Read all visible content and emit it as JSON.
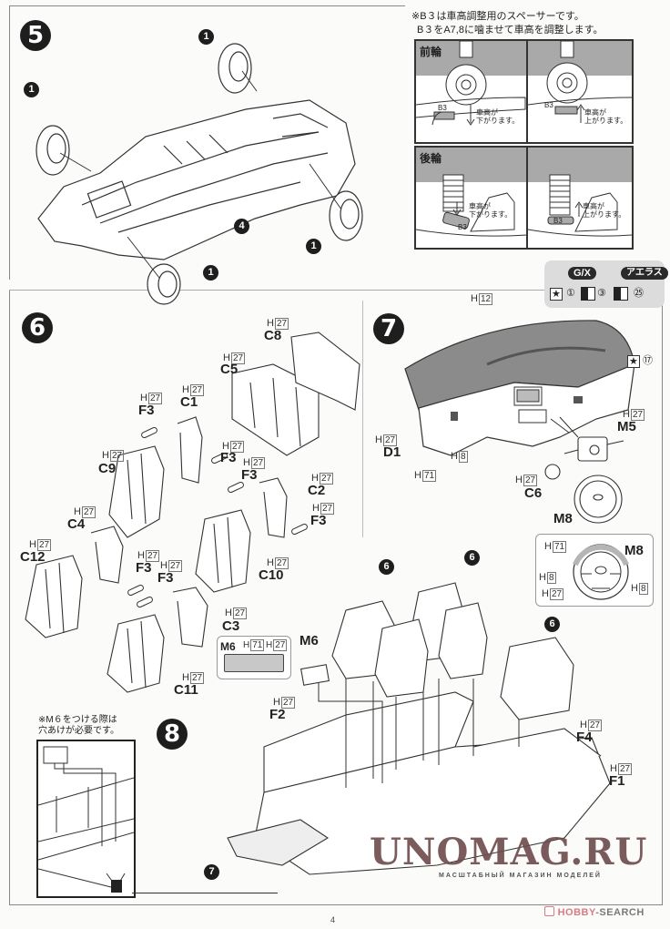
{
  "page": {
    "number": "4"
  },
  "step5": {
    "number": "5",
    "callouts": {
      "wheel": "1",
      "chassis": "4"
    },
    "adjust_note": {
      "line1": "※B３は車高調整用のスペーサーです。",
      "line2": "B３をA7,8に噛ませて車高を調整します。"
    },
    "panels": {
      "front_label": "前輪",
      "rear_label": "後輪",
      "spacer_label": "B3",
      "lower_line1": "車高が",
      "lower_line2": "下がります。",
      "raise_line1": "車高が",
      "raise_line2": "上がります。"
    }
  },
  "step6": {
    "number": "6",
    "paint_prefix": "H",
    "paint_code": "27",
    "parts": [
      "C8",
      "C5",
      "C1",
      "F3",
      "C9",
      "F3",
      "F3",
      "C2",
      "F3",
      "C4",
      "C12",
      "F3",
      "F3",
      "C10",
      "C3",
      "C11"
    ]
  },
  "step7": {
    "number": "7",
    "grades": {
      "gx": "G/X",
      "aeras": "アエラス"
    },
    "decals": {
      "star": "★",
      "d1": "①",
      "d3": "③",
      "d25": "㉕",
      "d17": "⑰"
    },
    "paints": {
      "dash_top": "12",
      "d1": "27",
      "h71": "71",
      "h8": "8",
      "c6": "27",
      "m5": "27"
    },
    "parts": {
      "d1": "D1",
      "c6": "C6",
      "m5": "M5",
      "m8": "M8"
    },
    "wheel_detail": {
      "title": "M8",
      "rim": "71",
      "left_spoke": "8",
      "right_spoke": "8",
      "grip": "27"
    }
  },
  "step8": {
    "number": "8",
    "drill_note": {
      "line1": "※M６をつける際は",
      "line2": "穴あけが必要です。"
    },
    "callouts": {
      "seat": "6",
      "dash": "7"
    },
    "m6_detail": {
      "title": "M6",
      "paint1": "71",
      "paint2": "27"
    },
    "parts": {
      "m6": "M6",
      "f2": "F2",
      "f4": "F4",
      "f1": "F1"
    },
    "paints": {
      "f2": "27",
      "f4": "27",
      "f1": "27"
    }
  },
  "watermarks": {
    "unomag": "UNOMAG.RU",
    "unomag_sub": "МАСШТАБНЫЙ МАГАЗИН МОДЕЛЕЙ",
    "hobby": "HOBBY",
    "search": "SEARCH"
  }
}
